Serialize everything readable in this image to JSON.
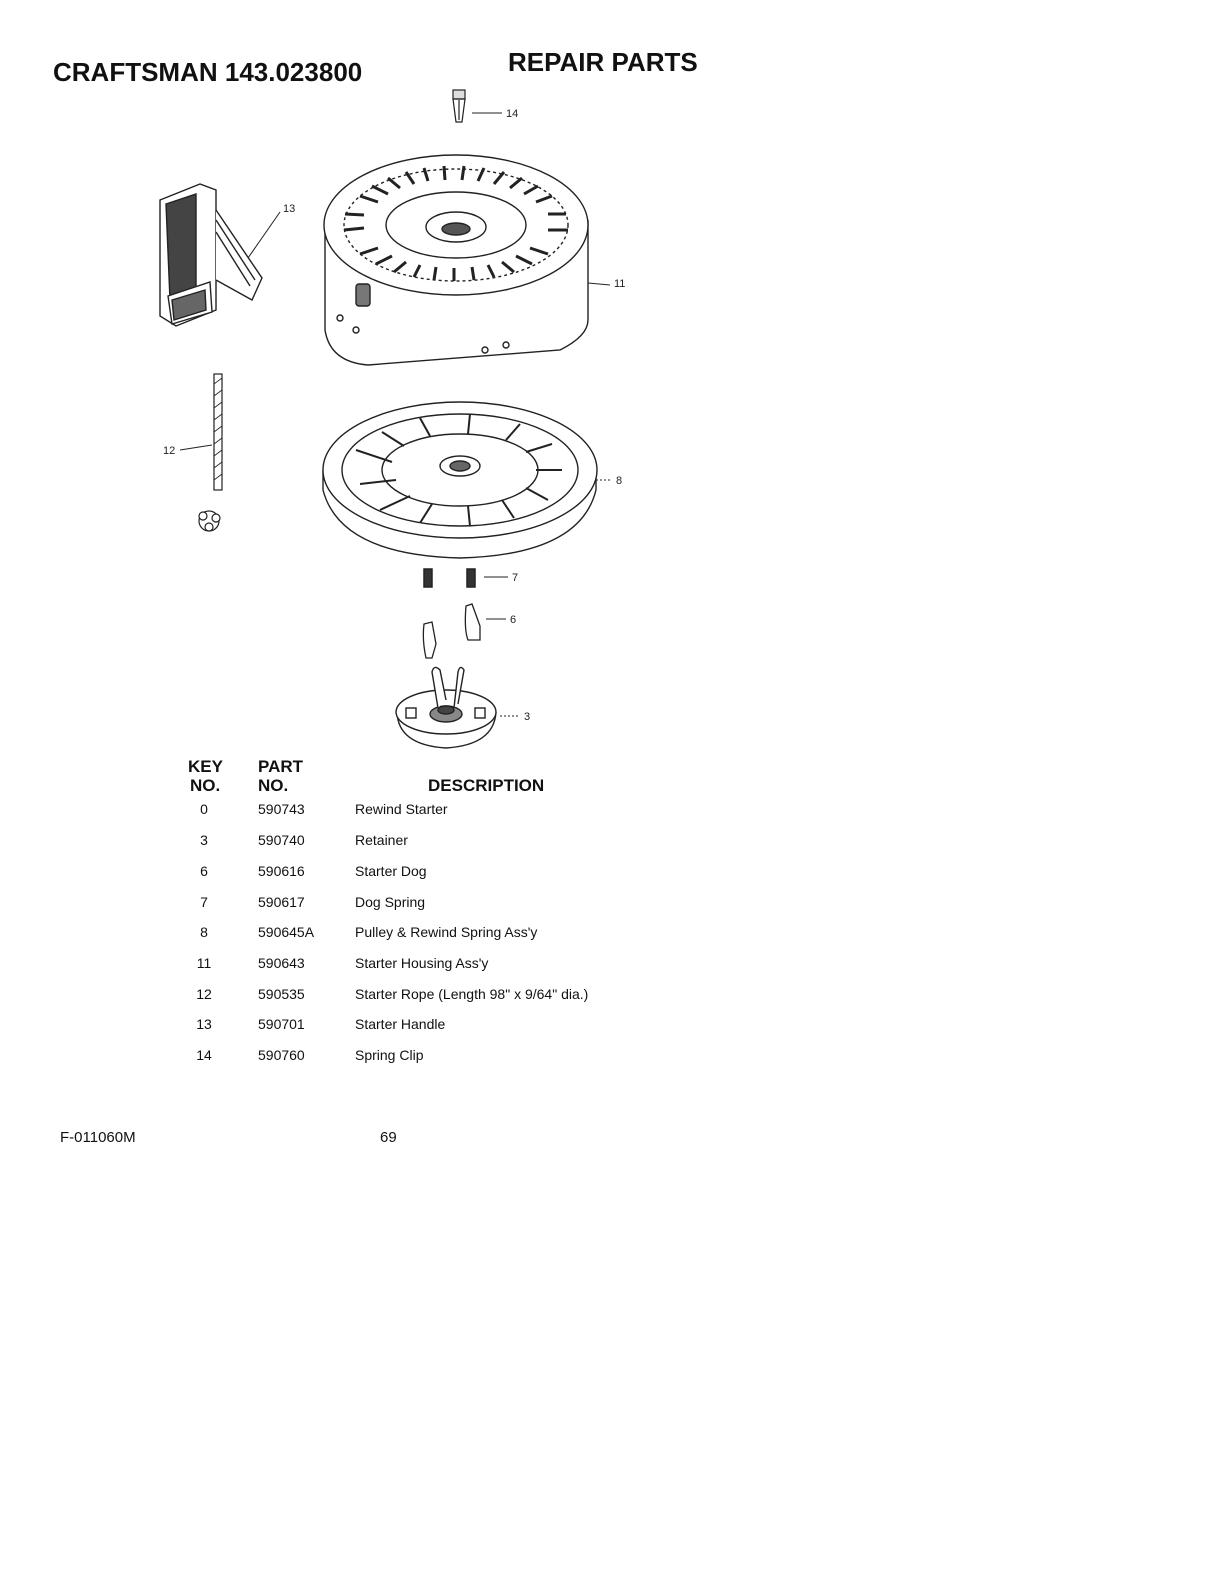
{
  "header": {
    "model_title": "CRAFTSMAN 143.023800",
    "section_title": "REPAIR PARTS"
  },
  "diagram": {
    "callouts": [
      "14",
      "13",
      "11",
      "12",
      "8",
      "7",
      "6",
      "3"
    ]
  },
  "table": {
    "headers": {
      "key_line1": "KEY",
      "key_line2": "NO.",
      "part_line1": "PART",
      "part_line2": "NO.",
      "description": "DESCRIPTION"
    },
    "rows": [
      {
        "key": "0",
        "part": "590743",
        "description": "Rewind Starter"
      },
      {
        "key": "3",
        "part": "590740",
        "description": "Retainer"
      },
      {
        "key": "6",
        "part": "590616",
        "description": "Starter Dog"
      },
      {
        "key": "7",
        "part": "590617",
        "description": "Dog Spring"
      },
      {
        "key": "8",
        "part": "590645A",
        "description": "Pulley & Rewind Spring Ass'y"
      },
      {
        "key": "11",
        "part": "590643",
        "description": "Starter Housing Ass'y"
      },
      {
        "key": "12",
        "part": "590535",
        "description": "Starter Rope (Length 98\" x 9/64\" dia.)"
      },
      {
        "key": "13",
        "part": "590701",
        "description": "Starter Handle"
      },
      {
        "key": "14",
        "part": "590760",
        "description": "Spring Clip"
      }
    ]
  },
  "footer": {
    "form_code": "F-011060M",
    "page_number": "69"
  }
}
